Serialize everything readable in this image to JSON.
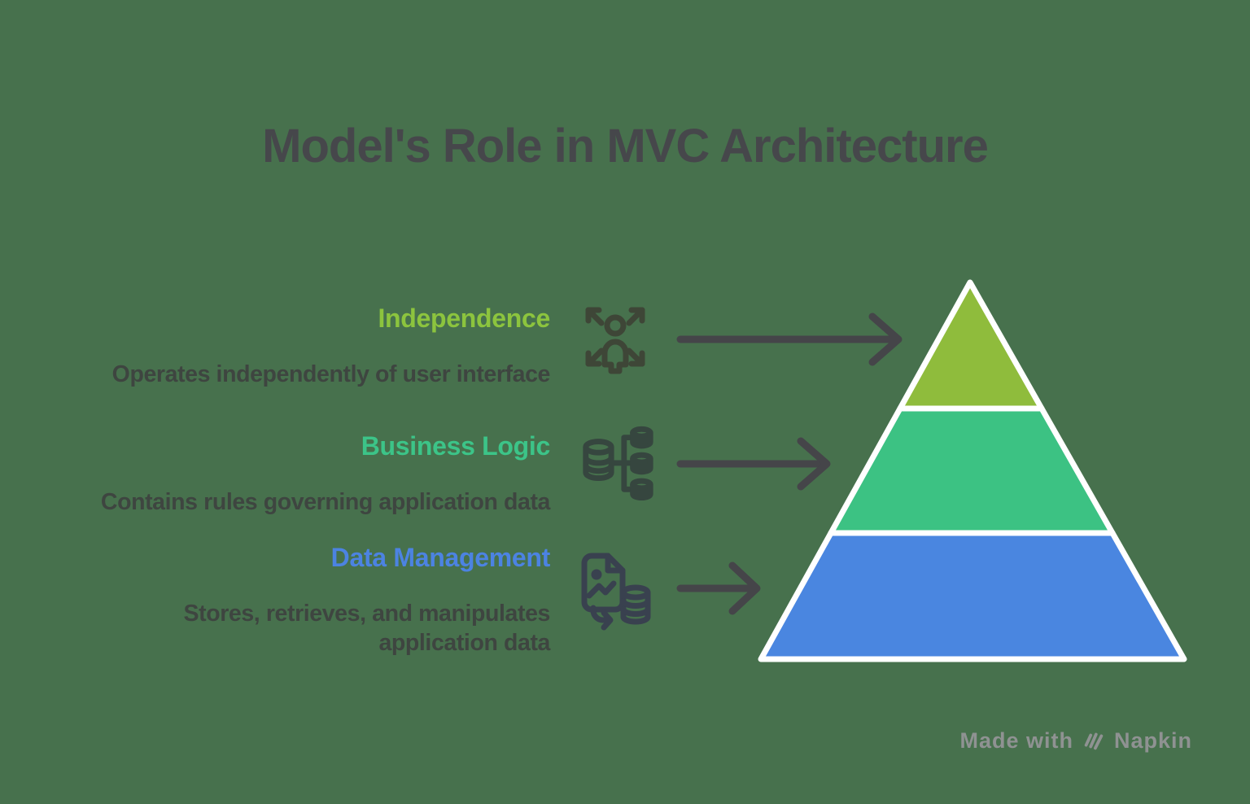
{
  "title": "Model's Role in MVC Architecture",
  "colors": {
    "background": "#47714D",
    "title": "#46474B",
    "description_text": "#3E4540",
    "arrow": "#454549",
    "pyramid_border": "#FFFFFF"
  },
  "rows": [
    {
      "label": "Independence",
      "label_color": "#8CC43E",
      "description": "Operates independently of user interface",
      "icon": "person-expand-arrows-icon",
      "icon_color": "#3E4637"
    },
    {
      "label": "Business Logic",
      "label_color": "#3CC488",
      "description": "Contains rules governing application data",
      "icon": "database-branch-icon",
      "icon_color": "#36463F"
    },
    {
      "label": "Data Management",
      "label_color": "#4C83E2",
      "description": "Stores, retrieves, and manipulates application data",
      "icon": "image-file-to-database-icon",
      "icon_color": "#39414F"
    }
  ],
  "pyramid": {
    "type": "pyramid",
    "levels": [
      {
        "name": "Independence",
        "color": "#8FBC3C"
      },
      {
        "name": "Business Logic",
        "color": "#3CC283"
      },
      {
        "name": "Data Management",
        "color": "#4A86E0"
      }
    ]
  },
  "watermark": {
    "made_with": "Made with",
    "brand": "Napkin",
    "color": "#8F9292"
  }
}
